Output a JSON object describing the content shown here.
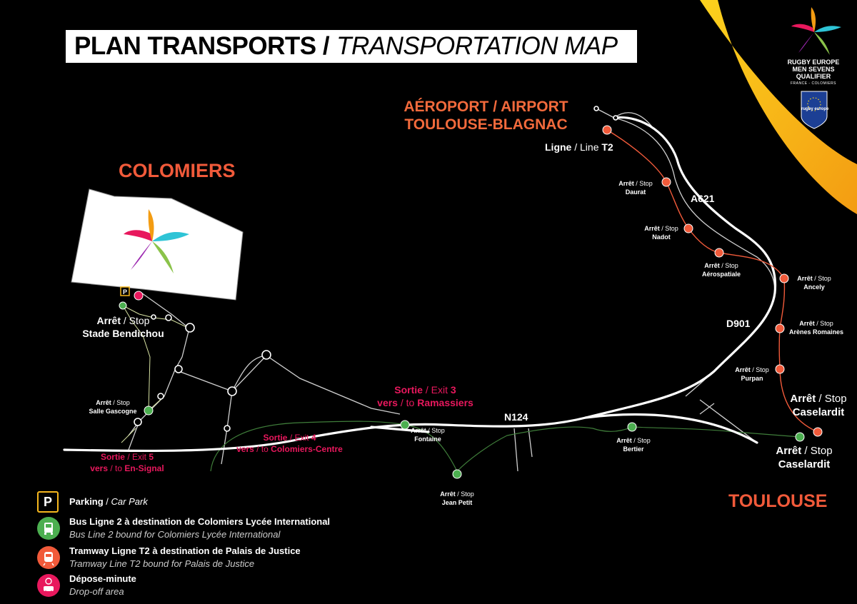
{
  "title": {
    "bold": "PLAN TRANSPORTS /",
    "italic": "TRANSPORTATION MAP"
  },
  "logo": {
    "line1": "RUGBY EUROPE",
    "line2": "MEN SEVENS QUALIFIER",
    "line3": "FRANCE - COLOMIERS",
    "badge": "rugby europe"
  },
  "cities": {
    "colomiers": "COLOMIERS",
    "toulouse": "TOULOUSE"
  },
  "airport": {
    "line1": "AÉROPORT / AIRPORT",
    "line2": "TOULOUSE-BLAGNAC"
  },
  "line_t2": {
    "bold1": "Ligne",
    "sep": " / Line ",
    "bold2": "T2"
  },
  "roads": {
    "a621": "A621",
    "d901": "D901",
    "n124": "N124"
  },
  "stop_word": {
    "fr": "Arrêt",
    "en": " / Stop"
  },
  "stops": {
    "daurat": "Daurat",
    "nadot": "Nadot",
    "aerospatiale": "Aérospatiale",
    "ancely": "Ancely",
    "arenes": "Arènes Romaines",
    "purpan": "Purpan",
    "caselardit_t": "Caselardit",
    "caselardit_b": "Caselardit",
    "bertier": "Bertier",
    "fontaine": "Fontaine",
    "jean_petit": "Jean Petit",
    "salle_gascogne": "Salle Gascogne",
    "stade": "Stade Bendichou"
  },
  "exits": {
    "exit3": {
      "fr": "Sortie",
      "en": " / Exit ",
      "num": "3",
      "l2a": "vers",
      "l2b": " / to ",
      "dest": "Ramassiers"
    },
    "exit4": {
      "fr": "Sortie",
      "en": " / Exit ",
      "num": "4",
      "l2a": "vers",
      "l2b": " / to ",
      "dest": "Colomiers-Centre"
    },
    "exit5": {
      "fr": "Sortie",
      "en": " / Exit ",
      "num": "5",
      "l2a": "vers",
      "l2b": " / to ",
      "dest": "En-Signal"
    }
  },
  "legend": [
    {
      "icon": "parking-icon",
      "fr": "Parking",
      "sep": " / ",
      "en": "Car Park",
      "inline": true
    },
    {
      "icon": "bus-icon",
      "fr": "Bus Ligne 2 à destination de Colomiers Lycée International",
      "en": "Bus Line 2 bound for Colomiers Lycée International"
    },
    {
      "icon": "tram-icon",
      "fr": "Tramway  Ligne T2 à destination de Palais de Justice",
      "en": "Tramway Line T2 bound for Palais de Justice"
    },
    {
      "icon": "drop-off-icon",
      "fr": "Dépose-minute",
      "en": "Drop-off area"
    }
  ],
  "colors": {
    "background": "#000000",
    "accent_red": "#e8185d",
    "tram_orange": "#f15a3a",
    "bus_green": "#4caf50",
    "parking_yellow": "#f6b71e",
    "banner_yellow": "#f8c31a"
  }
}
